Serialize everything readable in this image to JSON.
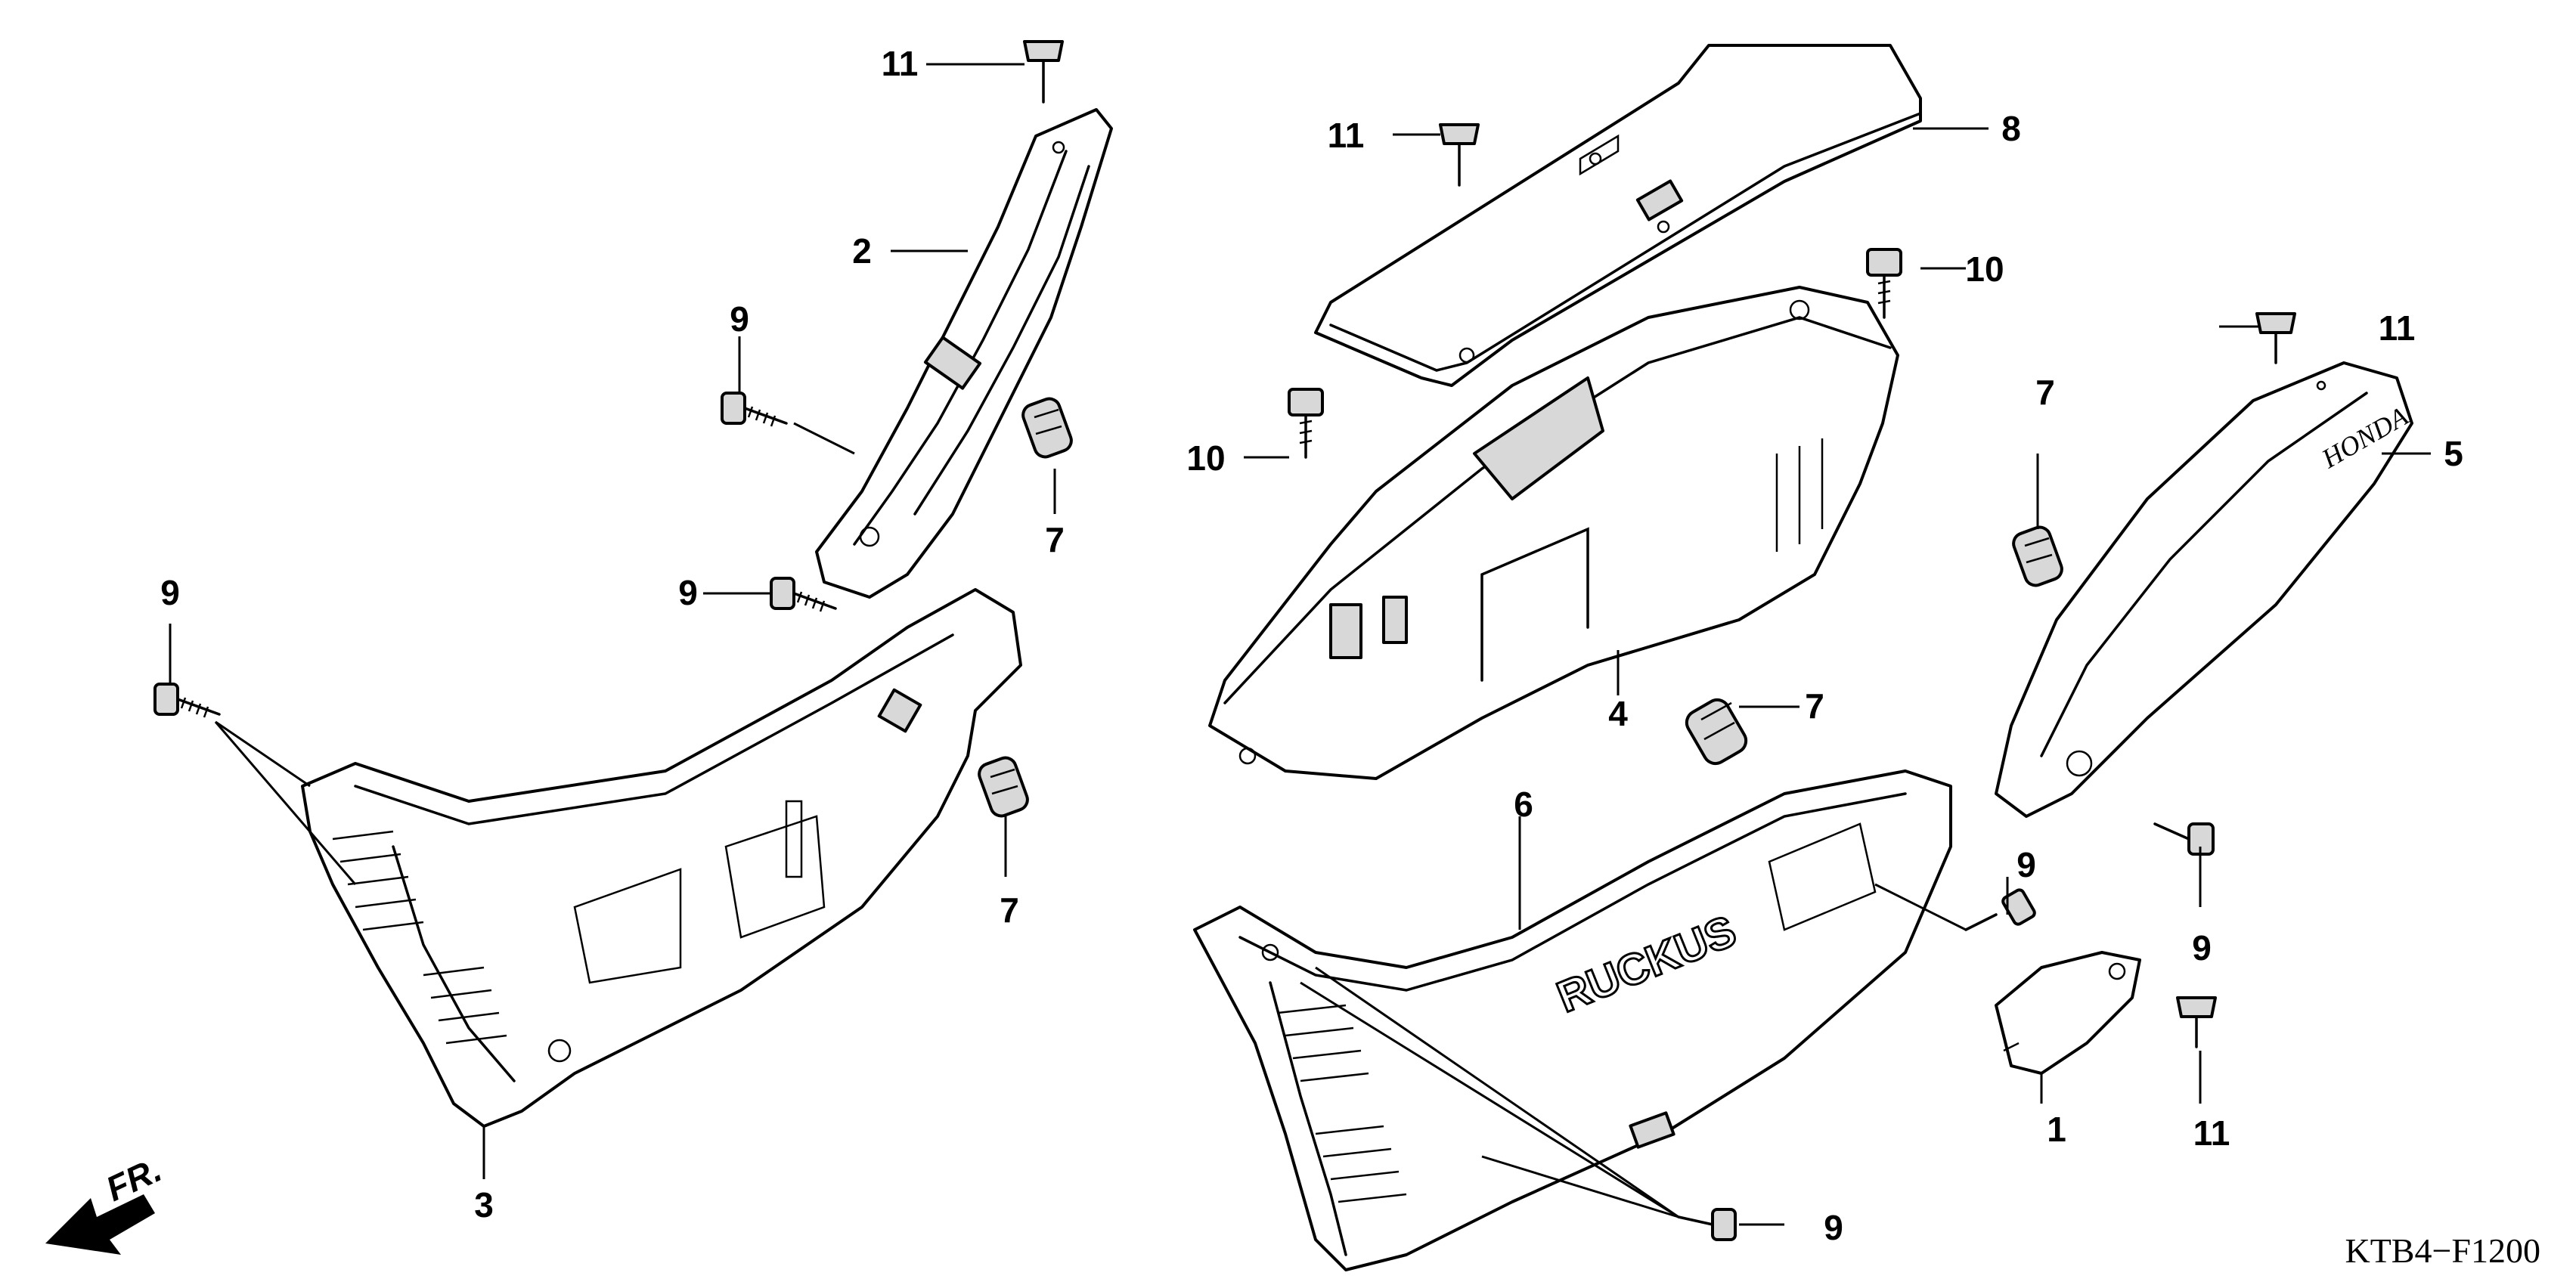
{
  "diagram_code": "KTB4−F1200",
  "front_indicator": "FR.",
  "callouts": {
    "c1": "1",
    "c2": "2",
    "c3": "3",
    "c4": "4",
    "c5": "5",
    "c6": "6",
    "c7a": "7",
    "c7b": "7",
    "c7c": "7",
    "c7d": "7",
    "c8": "8",
    "c9a": "9",
    "c9b": "9",
    "c9c": "9",
    "c9d": "9",
    "c9e": "9",
    "c9f": "9",
    "c10a": "10",
    "c10b": "10",
    "c11a": "11",
    "c11b": "11",
    "c11c": "11",
    "c11d": "11"
  },
  "part_markings": {
    "honda_logo": "HONDA",
    "ruckus_logo": "RUCKUS"
  }
}
